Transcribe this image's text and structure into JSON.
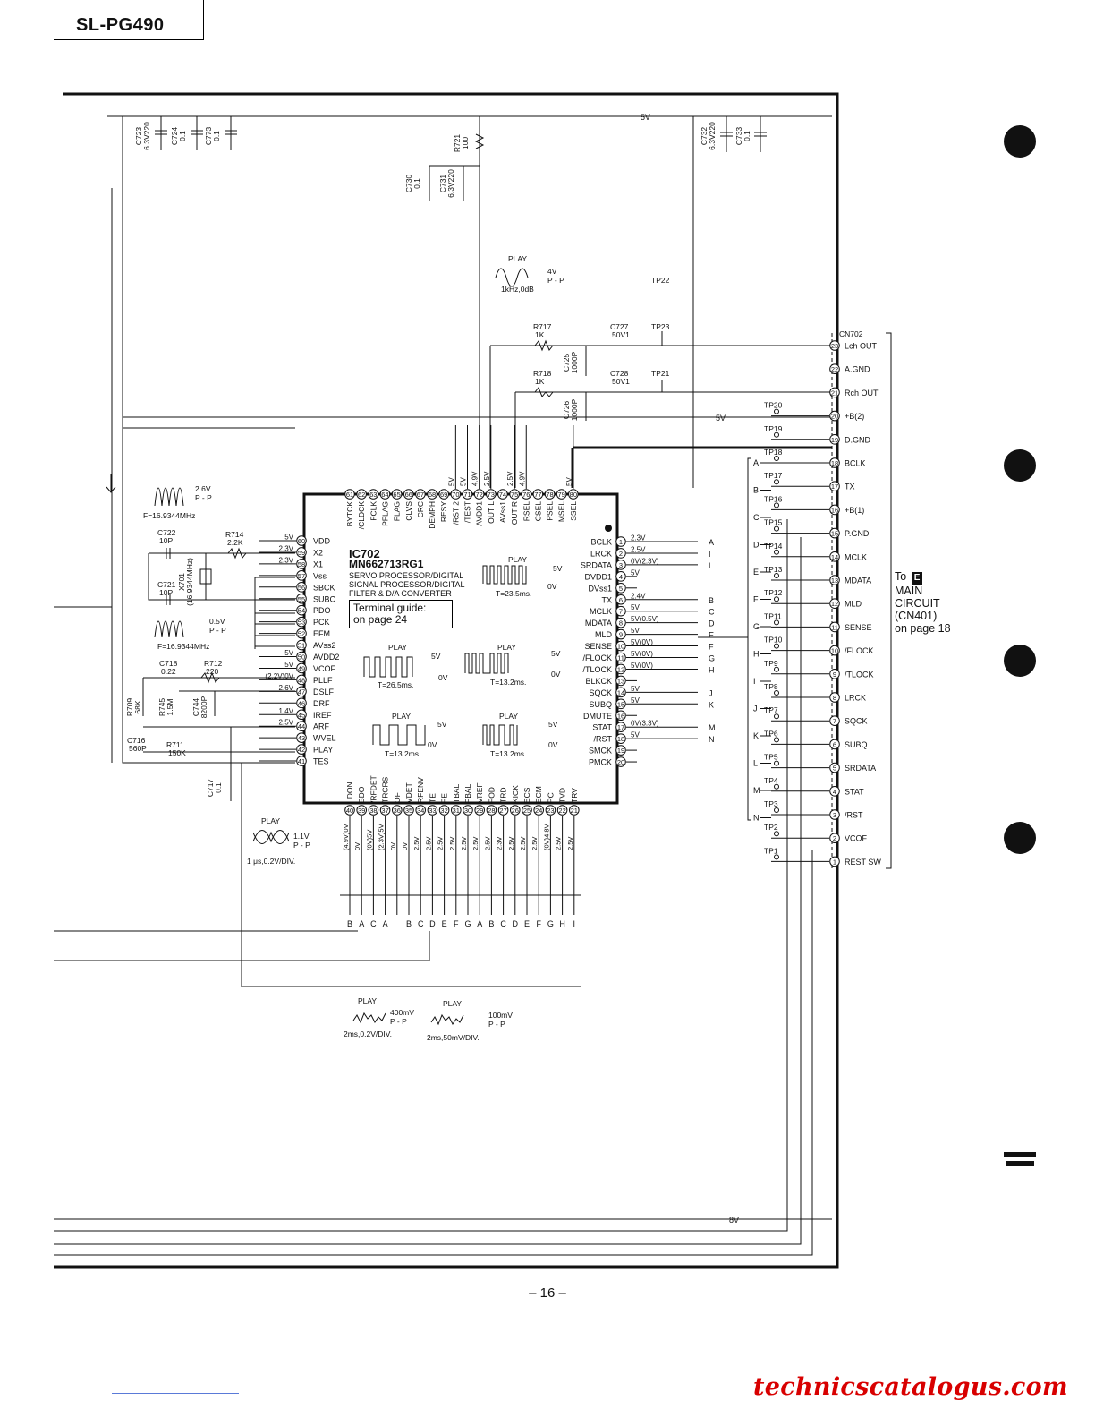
{
  "header": {
    "model": "SL-PG490"
  },
  "page": {
    "number": "– 16 –"
  },
  "watermark": "technicscatalogus.com",
  "ic": {
    "ref": "IC702",
    "part": "MN662713RG1",
    "desc1": "SERVO PROCESSOR/DIGITAL",
    "desc2": "SIGNAL PROCESSOR/DIGITAL",
    "desc3": "FILTER & D/A CONVERTER",
    "guide1": "Terminal guide:",
    "guide2": "on page 24",
    "pins_left": [
      {
        "n": "60",
        "name": "VDD",
        "v": "5V"
      },
      {
        "n": "59",
        "name": "X2",
        "v": "2.3V"
      },
      {
        "n": "58",
        "name": "X1",
        "v": "2.3V"
      },
      {
        "n": "57",
        "name": "Vss",
        "v": ""
      },
      {
        "n": "56",
        "name": "SBCK",
        "v": ""
      },
      {
        "n": "55",
        "name": "SUBC",
        "v": ""
      },
      {
        "n": "54",
        "name": "PDO",
        "v": ""
      },
      {
        "n": "53",
        "name": "PCK",
        "v": ""
      },
      {
        "n": "52",
        "name": "EFM",
        "v": ""
      },
      {
        "n": "51",
        "name": "AVss2",
        "v": ""
      },
      {
        "n": "50",
        "name": "AVDD2",
        "v": "5V"
      },
      {
        "n": "49",
        "name": "VCOF",
        "v": "5V"
      },
      {
        "n": "48",
        "name": "PLLF",
        "v": "(2.2V)0V"
      },
      {
        "n": "47",
        "name": "DSLF",
        "v": "2.6V"
      },
      {
        "n": "46",
        "name": "DRF",
        "v": ""
      },
      {
        "n": "45",
        "name": "IREF",
        "v": "1.4V"
      },
      {
        "n": "44",
        "name": "ARF",
        "v": "2.5V"
      },
      {
        "n": "43",
        "name": "WVEL",
        "v": ""
      },
      {
        "n": "42",
        "name": "PLAY",
        "v": ""
      },
      {
        "n": "41",
        "name": "TES",
        "v": ""
      }
    ],
    "pins_right": [
      {
        "n": "1",
        "name": "BCLK",
        "v": "2.3V",
        "to": "A"
      },
      {
        "n": "2",
        "name": "LRCK",
        "v": "2.5V",
        "to": "I"
      },
      {
        "n": "3",
        "name": "SRDATA",
        "v": "0V(2.3V)",
        "to": "L"
      },
      {
        "n": "4",
        "name": "DVDD1",
        "v": "5V",
        "to": ""
      },
      {
        "n": "5",
        "name": "DVss1",
        "v": "",
        "to": ""
      },
      {
        "n": "6",
        "name": "TX",
        "v": "2.4V",
        "to": "B"
      },
      {
        "n": "7",
        "name": "MCLK",
        "v": "5V",
        "to": "C"
      },
      {
        "n": "8",
        "name": "MDATA",
        "v": "5V(0.5V)",
        "to": "D"
      },
      {
        "n": "9",
        "name": "MLD",
        "v": "5V",
        "to": "E"
      },
      {
        "n": "10",
        "name": "SENSE",
        "v": "5V(0V)",
        "to": "F"
      },
      {
        "n": "11",
        "name": "/FLOCK",
        "v": "5V(0V)",
        "to": "G"
      },
      {
        "n": "12",
        "name": "/TLOCK",
        "v": "5V(0V)",
        "to": "H"
      },
      {
        "n": "13",
        "name": "BLKCK",
        "v": "",
        "to": ""
      },
      {
        "n": "14",
        "name": "SQCK",
        "v": "5V",
        "to": "J"
      },
      {
        "n": "15",
        "name": "SUBQ",
        "v": "5V",
        "to": "K"
      },
      {
        "n": "16",
        "name": "DMUTE",
        "v": "",
        "to": ""
      },
      {
        "n": "17",
        "name": "STAT",
        "v": "0V(3.3V)",
        "to": "M"
      },
      {
        "n": "18",
        "name": "/RST",
        "v": "5V",
        "to": "N"
      },
      {
        "n": "19",
        "name": "SMCK",
        "v": "",
        "to": ""
      },
      {
        "n": "20",
        "name": "PMCK",
        "v": "",
        "to": ""
      }
    ],
    "pins_top": [
      {
        "n": "61",
        "name": "BYTCK",
        "v": ""
      },
      {
        "n": "62",
        "name": "/CLDCK",
        "v": ""
      },
      {
        "n": "63",
        "name": "FCLK",
        "v": ""
      },
      {
        "n": "64",
        "name": "PFLAG",
        "v": ""
      },
      {
        "n": "65",
        "name": "FLAG",
        "v": ""
      },
      {
        "n": "66",
        "name": "CLVS",
        "v": ""
      },
      {
        "n": "67",
        "name": "CRC",
        "v": ""
      },
      {
        "n": "68",
        "name": "DEMPH",
        "v": ""
      },
      {
        "n": "69",
        "name": "RESY",
        "v": ""
      },
      {
        "n": "70",
        "name": "/RST 2",
        "v": "5V"
      },
      {
        "n": "71",
        "name": "/TEST",
        "v": "5V"
      },
      {
        "n": "72",
        "name": "AVDD1",
        "v": "4.9V"
      },
      {
        "n": "73",
        "name": "OUT L",
        "v": "2.5V"
      },
      {
        "n": "74",
        "name": "AVss1",
        "v": ""
      },
      {
        "n": "75",
        "name": "OUT R",
        "v": "2.5V"
      },
      {
        "n": "76",
        "name": "RSEL",
        "v": "4.9V"
      },
      {
        "n": "77",
        "name": "CSEL",
        "v": ""
      },
      {
        "n": "78",
        "name": "PSEL",
        "v": ""
      },
      {
        "n": "79",
        "name": "MSEL",
        "v": ""
      },
      {
        "n": "80",
        "name": "SSEL",
        "v": "5V"
      }
    ],
    "pins_bottom": [
      {
        "n": "40",
        "name": "LDON",
        "v": "(4.9V)0V",
        "to": "B"
      },
      {
        "n": "39",
        "name": "BDO",
        "v": "0V",
        "to": "A"
      },
      {
        "n": "38",
        "name": "/RFDET",
        "v": "(0V)5V",
        "to": "C"
      },
      {
        "n": "37",
        "name": "TRCRS",
        "v": "(2.3V)5V",
        "to": "A"
      },
      {
        "n": "36",
        "name": "OFT",
        "v": "0V",
        "to": ""
      },
      {
        "n": "35",
        "name": "VDET",
        "v": "0V",
        "to": "B"
      },
      {
        "n": "34",
        "name": "RFENV",
        "v": "2.5V",
        "to": "C"
      },
      {
        "n": "33",
        "name": "TE",
        "v": "2.5V",
        "to": "D"
      },
      {
        "n": "32",
        "name": "FE",
        "v": "2.5V",
        "to": "E"
      },
      {
        "n": "31",
        "name": "TBAL",
        "v": "2.5V",
        "to": "F"
      },
      {
        "n": "30",
        "name": "FBAL",
        "v": "2.5V",
        "to": "G"
      },
      {
        "n": "29",
        "name": "VREF",
        "v": "2.5V",
        "to": "A"
      },
      {
        "n": "28",
        "name": "FOD",
        "v": "2.5V",
        "to": "B"
      },
      {
        "n": "27",
        "name": "TRD",
        "v": "2.3V",
        "to": "C"
      },
      {
        "n": "26",
        "name": "KICK",
        "v": "2.5V",
        "to": "D"
      },
      {
        "n": "25",
        "name": "ECS",
        "v": "2.5V",
        "to": "E"
      },
      {
        "n": "24",
        "name": "ECM",
        "v": "2.5V",
        "to": "F"
      },
      {
        "n": "23",
        "name": "PC",
        "v": "(0V)4.8V",
        "to": "G"
      },
      {
        "n": "22",
        "name": "TVD",
        "v": "2.5V",
        "to": "H"
      },
      {
        "n": "21",
        "name": "TRV",
        "v": "2.5V",
        "to": "I"
      }
    ]
  },
  "connector": {
    "ref": "CN702",
    "pins": [
      {
        "n": "23",
        "name": "Lch OUT",
        "tp": ""
      },
      {
        "n": "22",
        "name": "A.GND",
        "tp": ""
      },
      {
        "n": "21",
        "name": "Rch OUT",
        "tp": ""
      },
      {
        "n": "20",
        "name": "+B(2)",
        "tp": "TP20"
      },
      {
        "n": "19",
        "name": "D.GND",
        "tp": "TP19"
      },
      {
        "n": "18",
        "name": "BCLK",
        "tp": "TP18"
      },
      {
        "n": "17",
        "name": "TX",
        "tp": "TP17"
      },
      {
        "n": "16",
        "name": "+B(1)",
        "tp": "TP16"
      },
      {
        "n": "15",
        "name": "P.GND",
        "tp": "TP15"
      },
      {
        "n": "14",
        "name": "MCLK",
        "tp": "TP14"
      },
      {
        "n": "13",
        "name": "MDATA",
        "tp": "TP13"
      },
      {
        "n": "12",
        "name": "MLD",
        "tp": "TP12"
      },
      {
        "n": "11",
        "name": "SENSE",
        "tp": "TP11"
      },
      {
        "n": "10",
        "name": "/FLOCK",
        "tp": "TP10"
      },
      {
        "n": "9",
        "name": "/TLOCK",
        "tp": "TP9"
      },
      {
        "n": "8",
        "name": "LRCK",
        "tp": "TP8"
      },
      {
        "n": "7",
        "name": "SQCK",
        "tp": "TP7"
      },
      {
        "n": "6",
        "name": "SUBQ",
        "tp": "TP6"
      },
      {
        "n": "5",
        "name": "SRDATA",
        "tp": "TP5"
      },
      {
        "n": "4",
        "name": "STAT",
        "tp": "TP4"
      },
      {
        "n": "3",
        "name": "/RST",
        "tp": "TP3"
      },
      {
        "n": "2",
        "name": "VCOF",
        "tp": "TP2"
      },
      {
        "n": "1",
        "name": "REST SW",
        "tp": "TP1"
      }
    ],
    "left_letters": [
      "A",
      "B",
      "C",
      "D",
      "E",
      "F",
      "G",
      "H",
      "I",
      "J",
      "K",
      "L",
      "M",
      "N"
    ]
  },
  "to_block": {
    "line1": "To",
    "badge": "E",
    "line2": "MAIN",
    "line3": "CIRCUIT",
    "line4": "(CN401)",
    "line5": "on page 18"
  },
  "rails": {
    "top": "5V",
    "mid": "5V",
    "bottom": "8V"
  },
  "components": {
    "c723": {
      "ref": "C723",
      "val": "6.3V220"
    },
    "c724": {
      "ref": "C724",
      "val": "0.1"
    },
    "c773": {
      "ref": "C773",
      "val": "0.1"
    },
    "r721": {
      "ref": "R721",
      "val": "100"
    },
    "c730": {
      "ref": "C730",
      "val": "0.1"
    },
    "c731": {
      "ref": "C731",
      "val": "6.3V220"
    },
    "c732": {
      "ref": "C732",
      "val": "6.3V220"
    },
    "c733": {
      "ref": "C733",
      "val": "0.1"
    },
    "r717": {
      "ref": "R717",
      "val": "1K"
    },
    "r718": {
      "ref": "R718",
      "val": "1K"
    },
    "c727": {
      "ref": "C727",
      "val": "50V1"
    },
    "c728": {
      "ref": "C728",
      "val": "50V1"
    },
    "c725": {
      "ref": "C725",
      "val": "1000P"
    },
    "c726": {
      "ref": "C726",
      "val": "1000P"
    },
    "tp22": "TP22",
    "tp23": "TP23",
    "tp21": "TP21",
    "c722": {
      "ref": "C722",
      "val": "10P"
    },
    "c721": {
      "ref": "C721",
      "val": "10P"
    },
    "r714": {
      "ref": "R714",
      "val": "2.2K"
    },
    "x701": {
      "ref": "X701",
      "val": "(16.9344MHz)"
    },
    "c718": {
      "ref": "C718",
      "val": "0.22"
    },
    "r712": {
      "ref": "R712",
      "val": "220"
    },
    "r709": {
      "ref": "R709",
      "val": "68K"
    },
    "r745": {
      "ref": "R745",
      "val": "1.5M"
    },
    "c744": {
      "ref": "C744",
      "val": "8200P"
    },
    "c716": {
      "ref": "C716",
      "val": "560P"
    },
    "r711": {
      "ref": "R711",
      "val": "150K"
    },
    "c717": {
      "ref": "C717",
      "val": "0.1"
    }
  },
  "waveforms": {
    "audio": {
      "title": "PLAY",
      "amp": "4V",
      "pp": "P - P",
      "note": "1kHz,0dB"
    },
    "xtal1": {
      "amp": "2.6V",
      "pp": "P - P",
      "note": "F=16.9344MHz"
    },
    "xtal2": {
      "amp": "0.5V",
      "pp": "P - P",
      "note": "F=16.9344MHz"
    },
    "mclk": {
      "title": "PLAY",
      "hi": "5V",
      "lo": "0V",
      "note": "T=23.5ms."
    },
    "w1": {
      "title": "PLAY",
      "hi": "5V",
      "lo": "0V",
      "note": "T=26.5ms."
    },
    "w2": {
      "title": "PLAY",
      "hi": "5V",
      "lo": "0V",
      "note": "T=13.2ms."
    },
    "w3": {
      "title": "PLAY",
      "hi": "5V",
      "lo": "0V",
      "note": "T=13.2ms."
    },
    "w4": {
      "title": "PLAY",
      "hi": "5V",
      "lo": "0V",
      "note": "T=13.2ms."
    },
    "eye": {
      "title": "PLAY",
      "amp": "1.1V",
      "pp": "P - P",
      "note": "1 μs,0.2V/DIV."
    },
    "te": {
      "title": "PLAY",
      "amp": "400mV",
      "pp": "P - P",
      "note": "2ms,0.2V/DIV."
    },
    "fe": {
      "title": "PLAY",
      "amp": "100mV",
      "pp": "P - P",
      "note": "2ms,50mV/DIV."
    }
  }
}
